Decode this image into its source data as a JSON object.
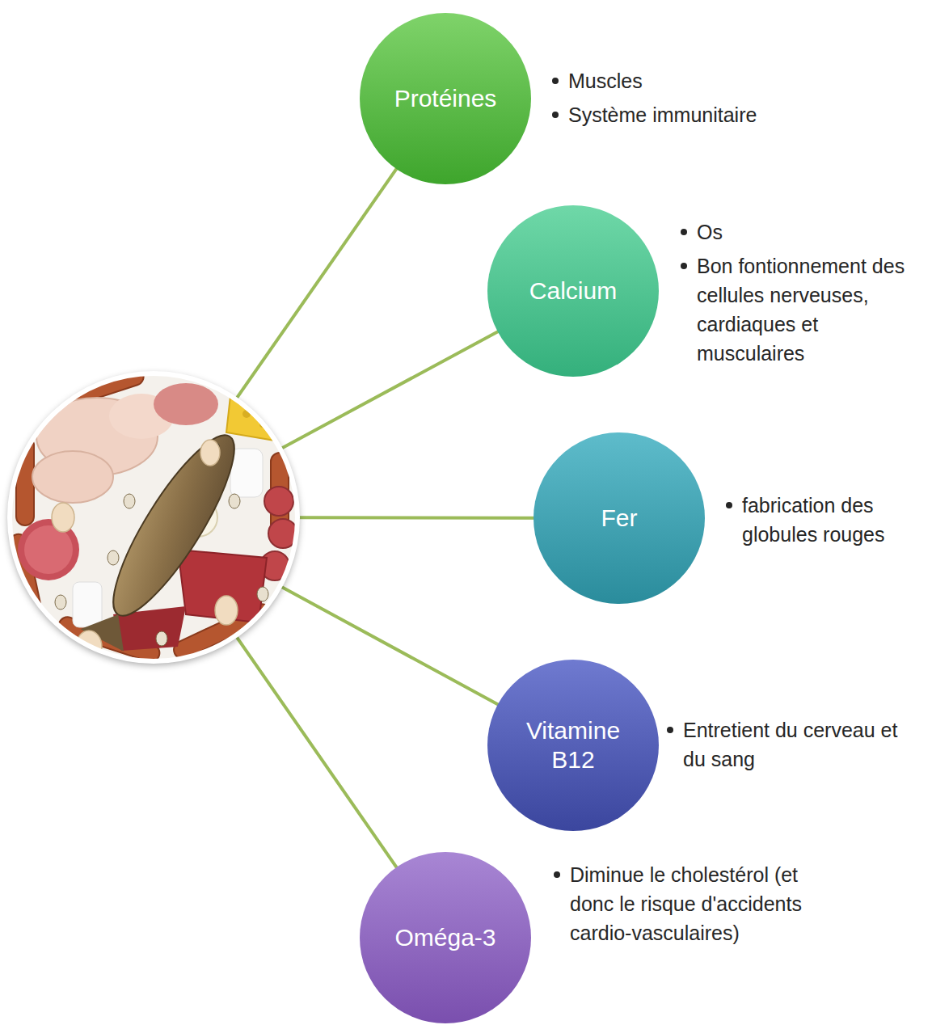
{
  "diagram": {
    "nodes": [
      {
        "text": [
          "Protéines"
        ]
      },
      {
        "text": [
          "Calcium"
        ]
      },
      {
        "text": [
          "Fer"
        ]
      },
      {
        "text": [
          "Vitamine B12"
        ]
      },
      {
        "text": [
          "Oméga-3"
        ]
      }
    ],
    "labels": [
      "Muscles",
      "Système immunitaire",
      "Os",
      "Bon fontionnement des cellules nerveuses, cardiaques et musculaires",
      "fabrication des globules rouges",
      "Entretient du cerveau et du sang",
      "Diminue le cholestérol (et donc le risque d'accidents cardio-vasculaires)"
    ]
  }
}
